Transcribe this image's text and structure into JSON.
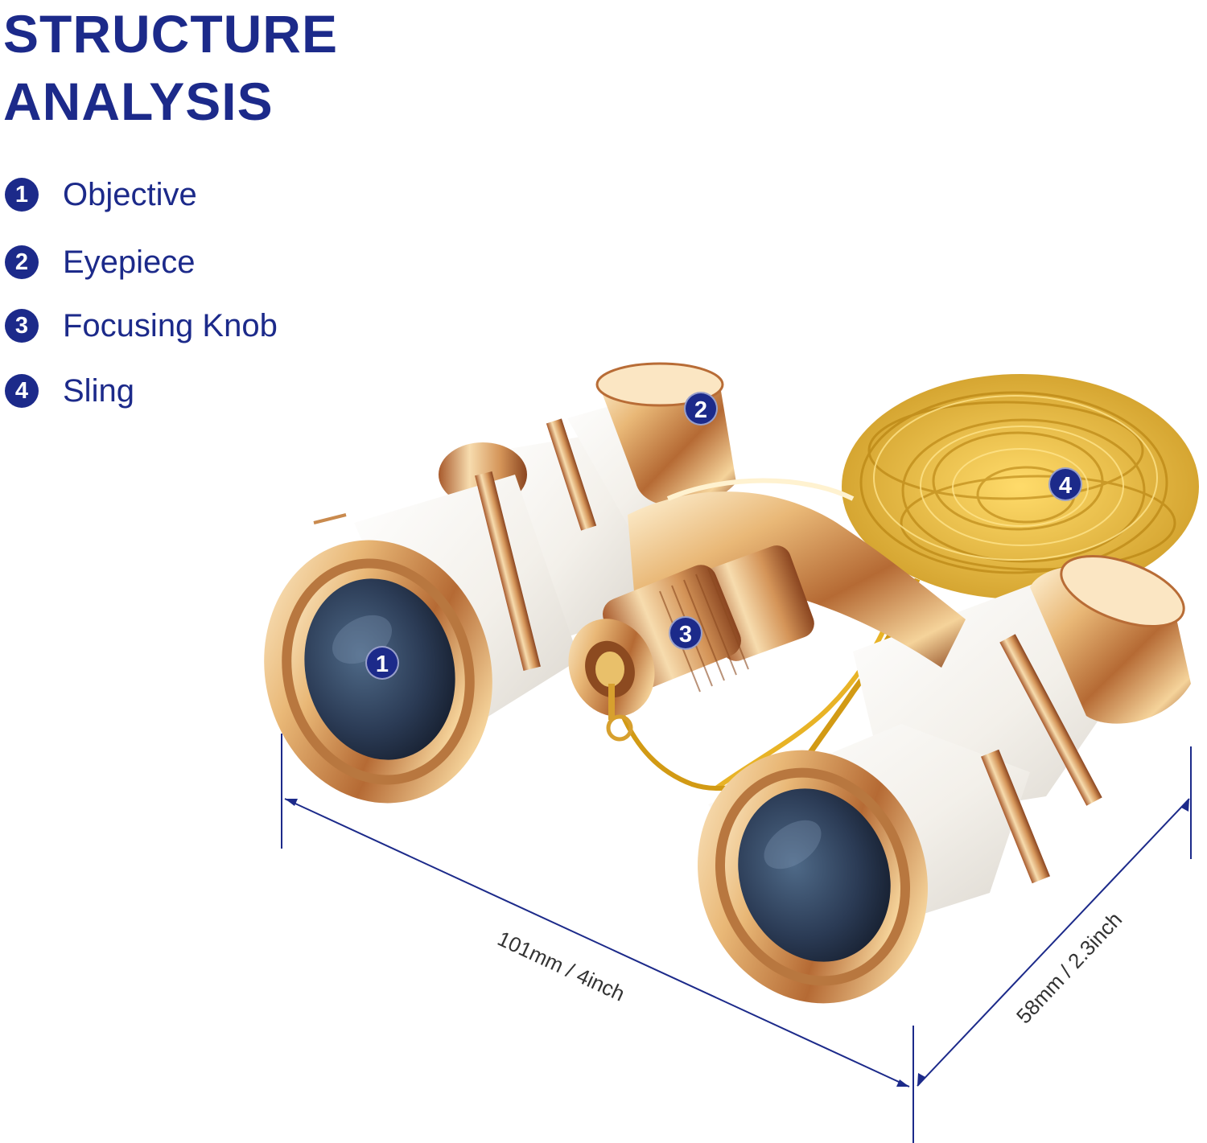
{
  "header": {
    "title_line1": "STRUCTURE",
    "title_line2": "ANALYSIS"
  },
  "legend": {
    "items": [
      {
        "num": "1",
        "label": "Objective"
      },
      {
        "num": "2",
        "label": "Eyepiece"
      },
      {
        "num": "3",
        "label": "Focusing Knob"
      },
      {
        "num": "4",
        "label": "Sling"
      }
    ]
  },
  "callouts": {
    "objective": "1",
    "eyepiece": "2",
    "focusing_knob": "3",
    "sling": "4"
  },
  "dimensions": {
    "width_label": "101mm / 4inch",
    "depth_label": "58mm / 2.3inch"
  },
  "colors": {
    "accent": "#1c2a8a",
    "gold": "#d8a25a",
    "pearl": "#f7f5f0",
    "lens": "#2e3c55"
  }
}
